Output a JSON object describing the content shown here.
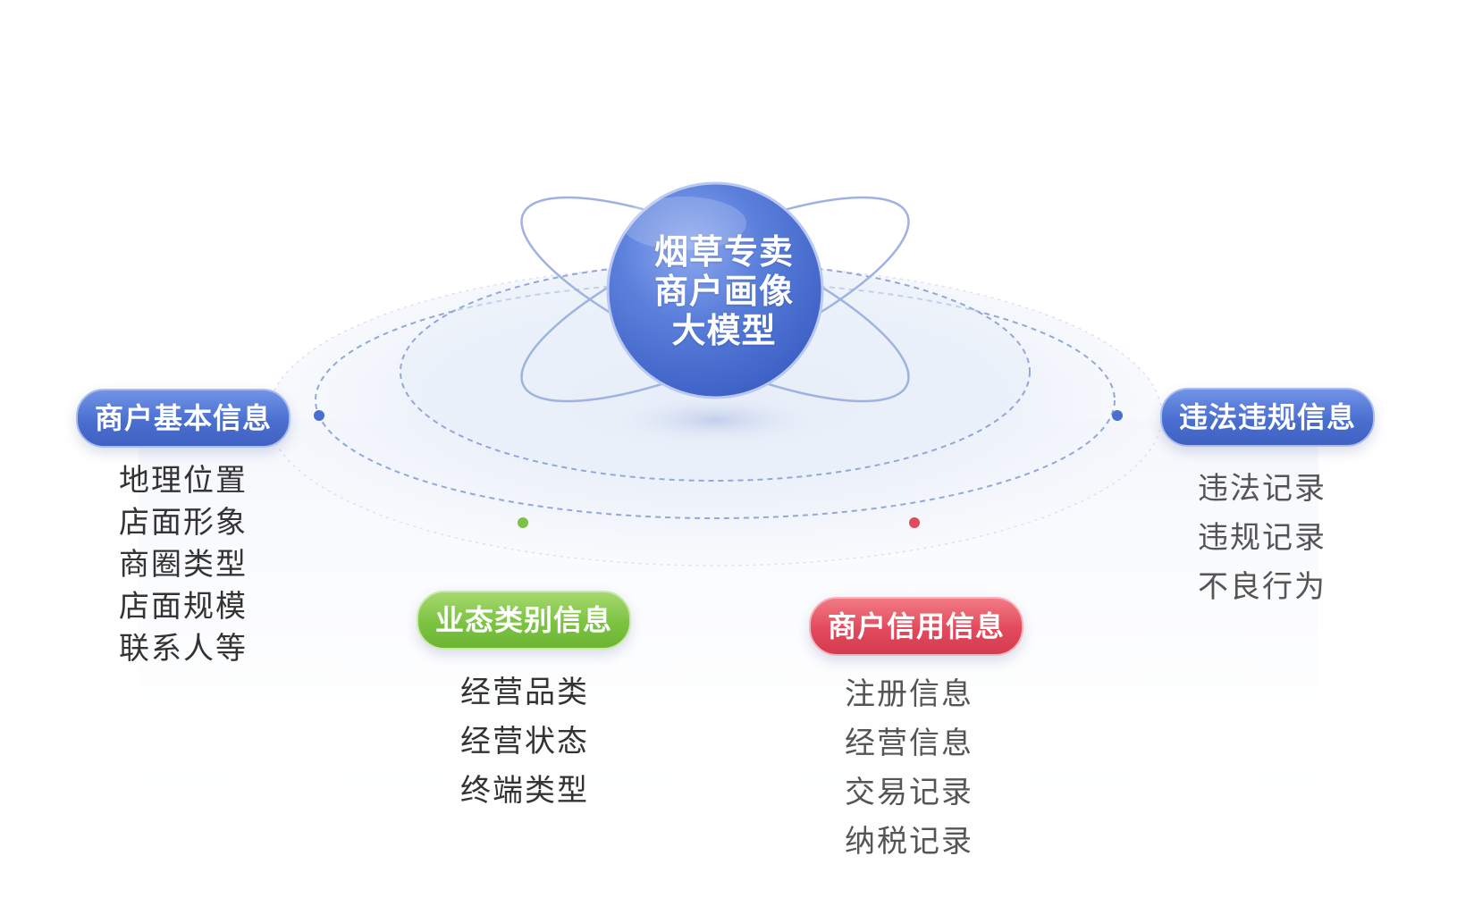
{
  "core": {
    "lines": [
      "烟草专卖",
      "商户画像",
      "大模型"
    ]
  },
  "categories": [
    {
      "title": "商户基本信息",
      "color": "#4a6fd0",
      "items": [
        "地理位置",
        "店面形象",
        "商圈类型",
        "店面规模",
        "联系人等"
      ]
    },
    {
      "title": "违法违规信息",
      "color": "#4a6fd0",
      "items": [
        "违法记录",
        "违规记录",
        "不良行为"
      ]
    },
    {
      "title": "业态类别信息",
      "color": "#7cc342",
      "items": [
        "经营品类",
        "经营状态",
        "终端类型"
      ]
    },
    {
      "title": "商户信用信息",
      "color": "#e24a5c",
      "items": [
        "注册信息",
        "经营信息",
        "交易记录",
        "纳税记录"
      ]
    }
  ],
  "colors": {
    "core_blue": "#4a6fd0",
    "ring_stroke": "#8fa6d8",
    "dot_blue": "#4a6fd0",
    "dot_green": "#7cc342",
    "dot_red": "#e24a5c"
  }
}
